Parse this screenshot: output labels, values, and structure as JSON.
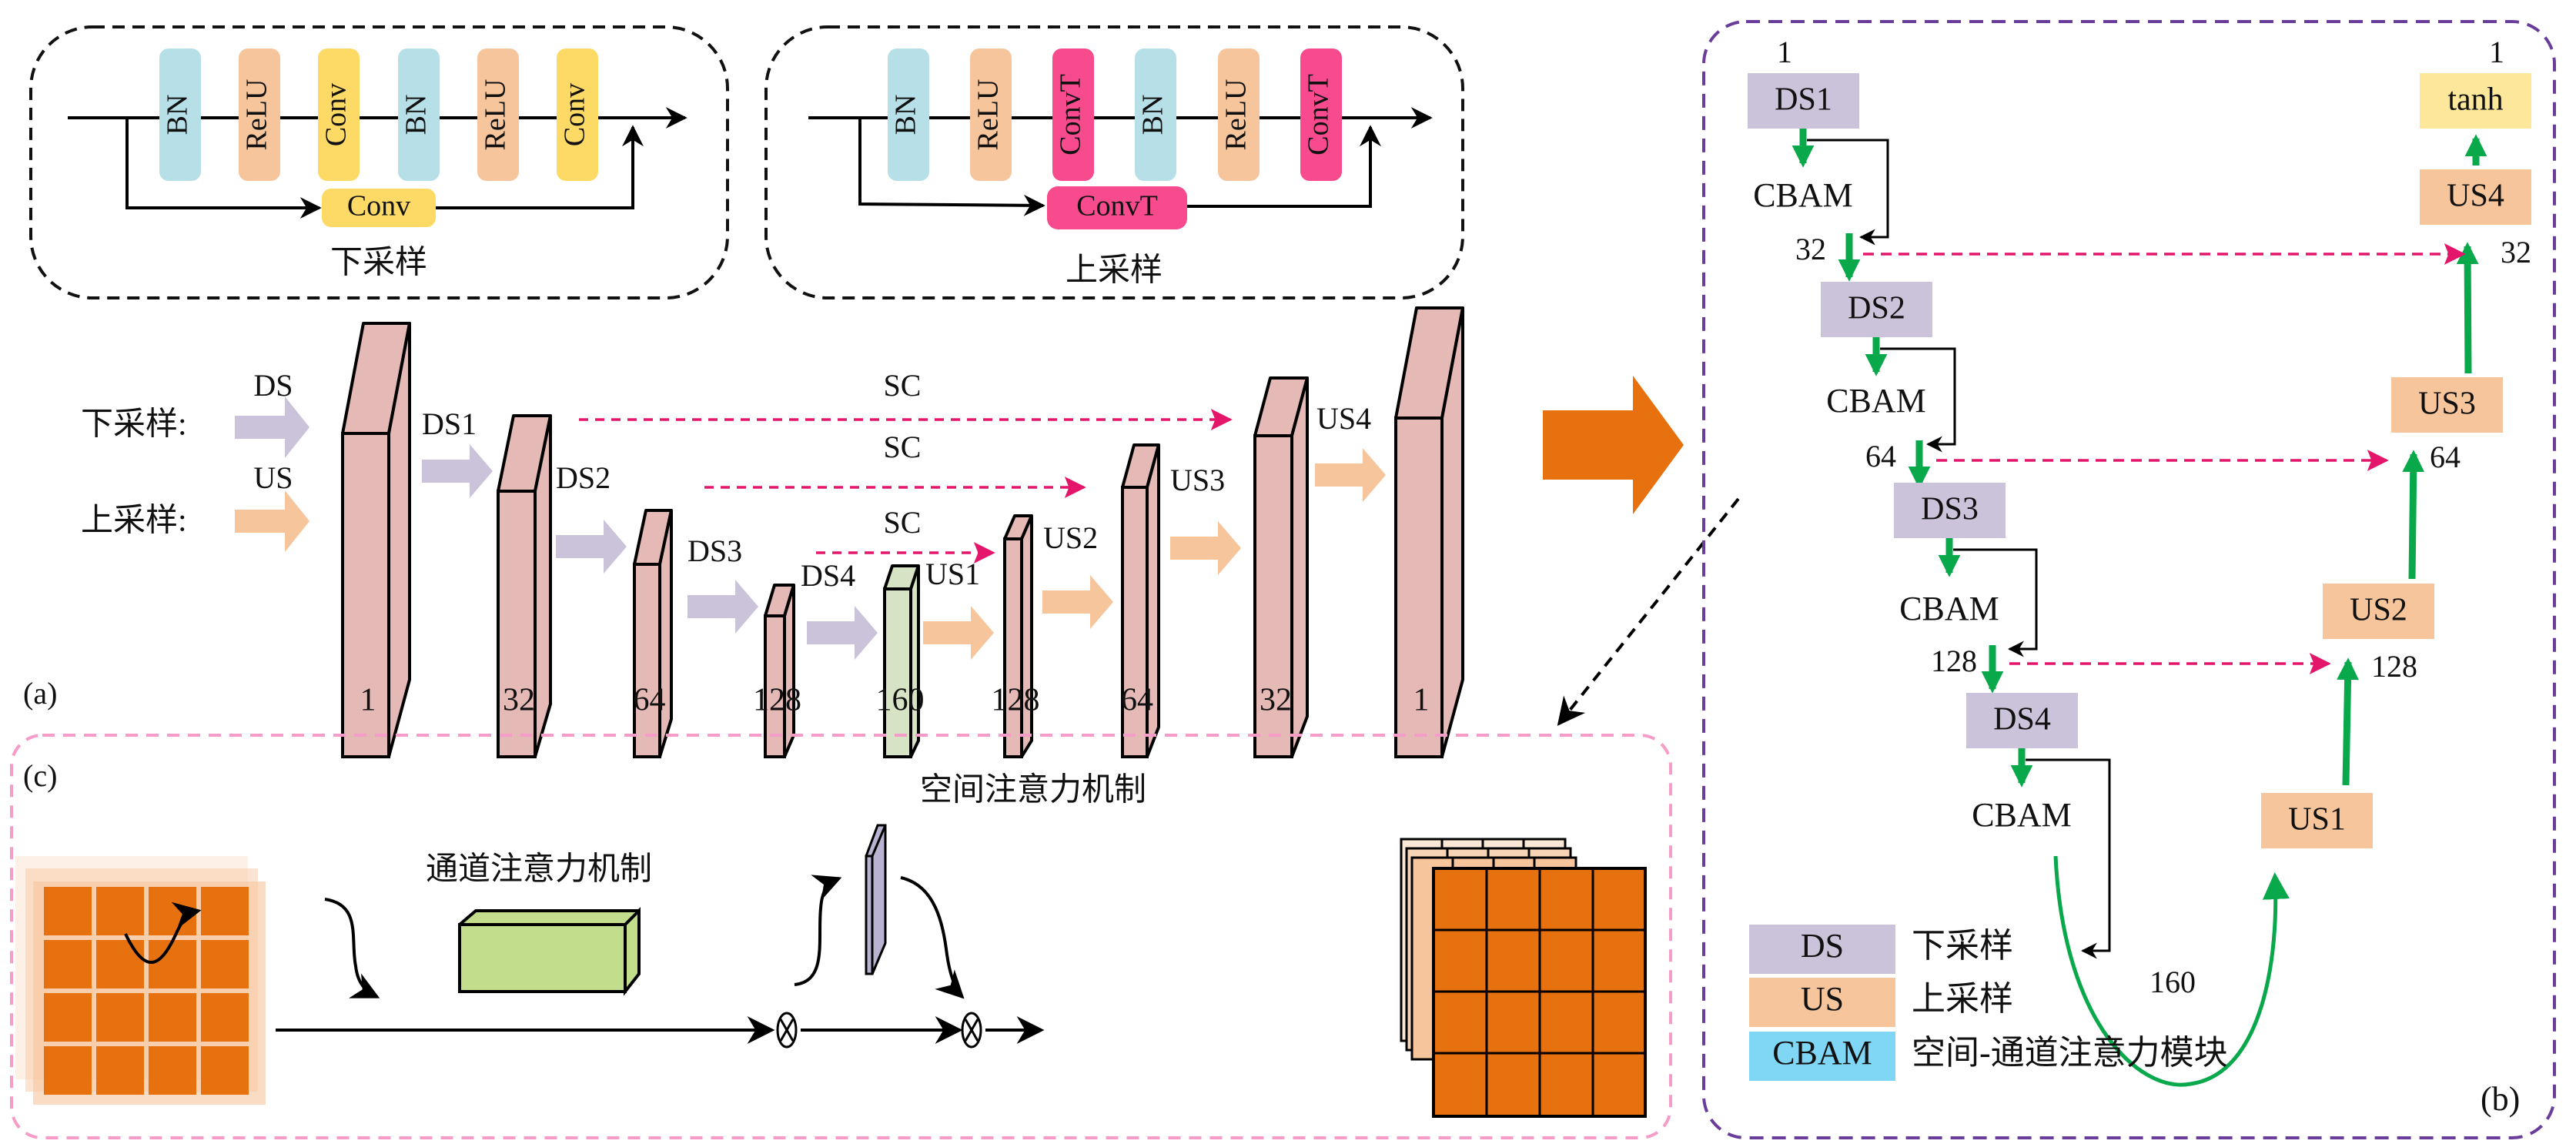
{
  "colors": {
    "bn": "#b7dfe8",
    "relu": "#f7c59c",
    "conv": "#fdd966",
    "convt": "#f74b8e",
    "ds": "#cbc3da",
    "us": "#f7c59c",
    "cbam": "#7fd6f5",
    "tanh": "#fde79a",
    "block": "#e4b9b6",
    "bottleneck": "#d6e3c4",
    "skip": "#e3166b",
    "green": "#08a84b",
    "orange": "#e8710f",
    "panelB_border": "#6a3d9a",
    "panelC_border": "#f59cc8",
    "channel_box": "#c2dd8b",
    "spatial_plate": "#b9b3d1"
  },
  "downsample_block": {
    "title": "下采样",
    "layers": [
      "BN",
      "ReLU",
      "Conv",
      "BN",
      "ReLU",
      "Conv"
    ],
    "shortcut": "Conv"
  },
  "upsample_block": {
    "title": "上采样",
    "layers": [
      "BN",
      "ReLU",
      "ConvT",
      "BN",
      "ReLU",
      "ConvT"
    ],
    "shortcut": "ConvT"
  },
  "panel_a": {
    "label": "(a)",
    "legend": [
      {
        "abbr": "DS",
        "text": "下采样:"
      },
      {
        "abbr": "US",
        "text": "上采样:"
      }
    ],
    "stages": [
      {
        "channels": "1",
        "kind": "feature"
      },
      {
        "channels": "32",
        "kind": "feature",
        "in_label": "DS1"
      },
      {
        "channels": "64",
        "kind": "feature",
        "in_label": "DS2"
      },
      {
        "channels": "128",
        "kind": "feature",
        "in_label": "DS3"
      },
      {
        "channels": "160",
        "kind": "bottleneck",
        "in_label": "DS4"
      },
      {
        "channels": "128",
        "kind": "feature",
        "in_label": "US1"
      },
      {
        "channels": "64",
        "kind": "feature",
        "in_label": "US2"
      },
      {
        "channels": "32",
        "kind": "feature",
        "in_label": "US3"
      },
      {
        "channels": "1",
        "kind": "feature",
        "in_label": "US4"
      }
    ],
    "skip_label": "SC",
    "skip_connections": [
      {
        "from": "32",
        "to": "32"
      },
      {
        "from": "64",
        "to": "64"
      },
      {
        "from": "128",
        "to": "128"
      }
    ]
  },
  "panel_b": {
    "label": "(b)",
    "encoder": [
      {
        "block": "DS1",
        "top_label": "1",
        "attn": "CBAM",
        "out": "32"
      },
      {
        "block": "DS2",
        "attn": "CBAM",
        "out": "64"
      },
      {
        "block": "DS3",
        "attn": "CBAM",
        "out": "128"
      },
      {
        "block": "DS4",
        "attn": "CBAM",
        "out": "160"
      }
    ],
    "decoder": [
      {
        "block": "US1",
        "out": "128"
      },
      {
        "block": "US2",
        "out": "64"
      },
      {
        "block": "US3",
        "out": "32"
      },
      {
        "block": "US4"
      },
      {
        "block": "tanh",
        "top_label": "1"
      }
    ],
    "legend": [
      {
        "key": "DS",
        "text": "下采样"
      },
      {
        "key": "US",
        "text": "上采样"
      },
      {
        "key": "CBAM",
        "text": "空间-通道注意力模块"
      }
    ]
  },
  "panel_c": {
    "label": "(c)",
    "channel_attention": "通道注意力机制",
    "spatial_attention": "空间注意力机制",
    "multiply_symbol": "⊗"
  }
}
